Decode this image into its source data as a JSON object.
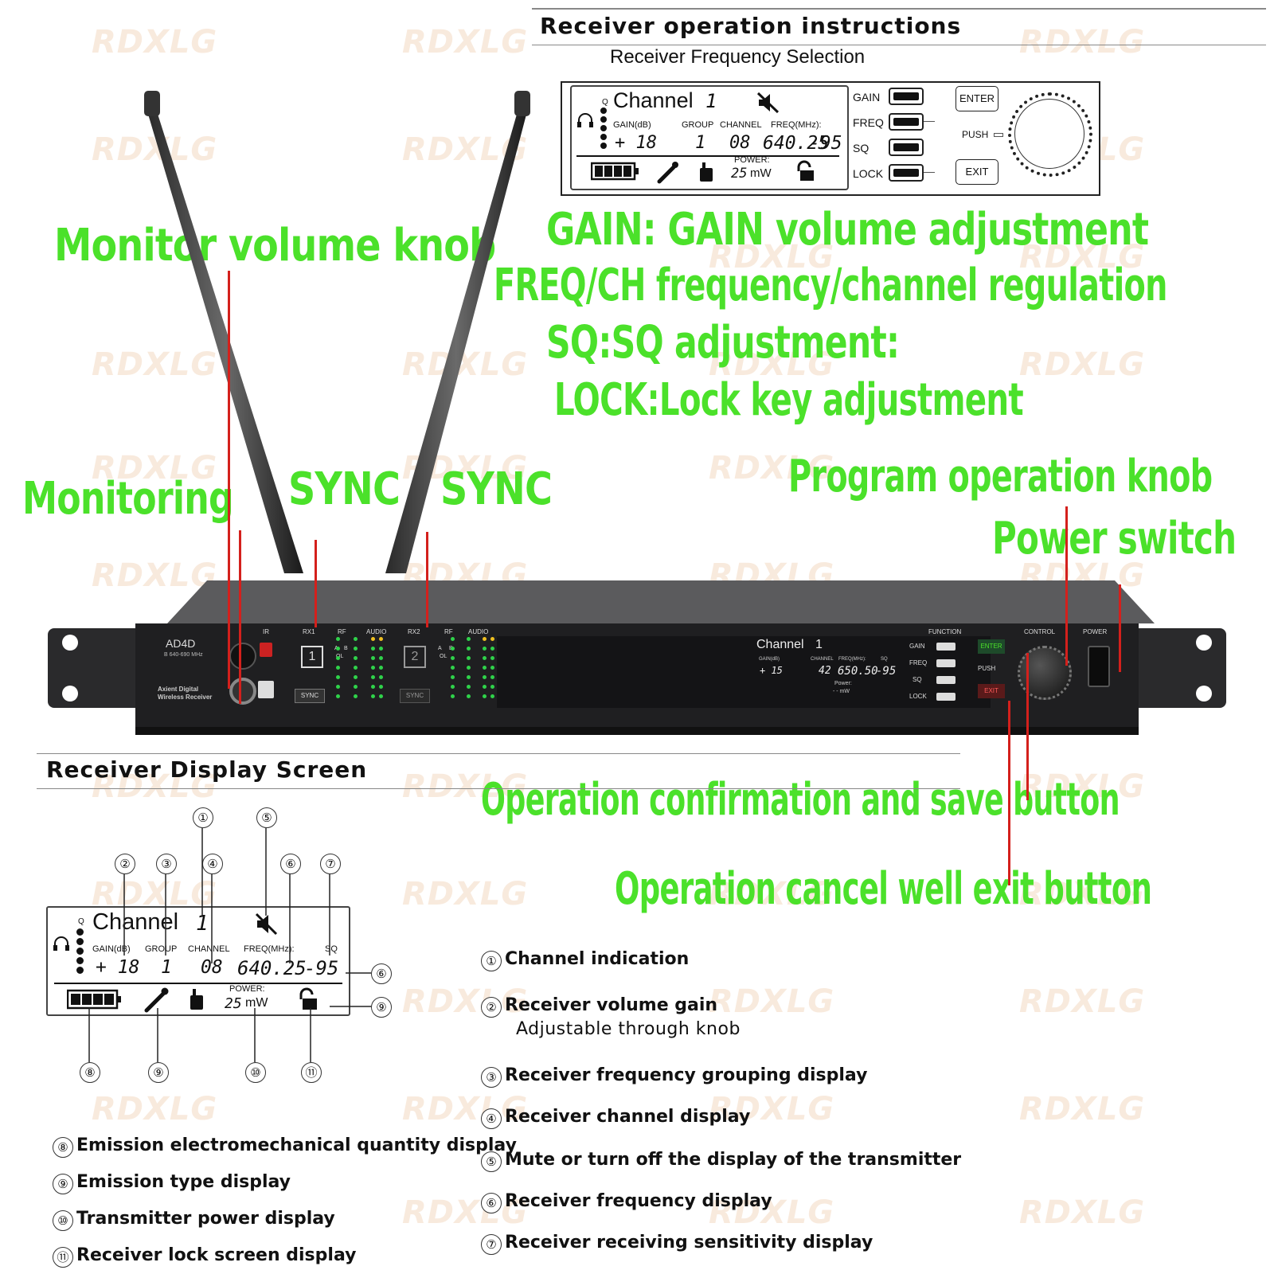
{
  "watermark": "RDXLG",
  "instructions": {
    "title": "Receiver operation instructions",
    "subtitle": "Receiver Frequency Selection"
  },
  "top_lcd": {
    "channel_label": "Channel",
    "channel_value": "1",
    "gain_label": "GAIN(dB)",
    "group_label": "GROUP",
    "channel_col_label": "CHANNEL",
    "freq_label": "FREQ(MHz):",
    "gain_value": "+ 18",
    "group_value": "1",
    "channel_col_value": "08",
    "freq_value": "640.25",
    "sq_value": "-95",
    "power_label": "POWER:",
    "power_value": "25",
    "power_unit": "mW",
    "q_mark": "Q"
  },
  "control_panel": {
    "buttons": [
      "GAIN",
      "FREQ",
      "SQ",
      "LOCK"
    ],
    "enter": "ENTER",
    "push": "PUSH",
    "exit": "EXIT"
  },
  "annotations": {
    "monitor_knob": "Monitor volume knob",
    "gain": "GAIN: GAIN volume adjustment",
    "freq": "FREQ/CH frequency/channel regulation",
    "sq": "SQ:SQ adjustment:",
    "lock": "LOCK:Lock key adjustment",
    "monitoring": "Monitoring",
    "sync1": "SYNC",
    "sync2": "SYNC",
    "program_knob": "Program operation knob",
    "power_switch": "Power switch",
    "confirm": "Operation confirmation and save button",
    "cancel": "Operation cancel well exit button"
  },
  "device": {
    "model": "AD4D",
    "band": "B 640-690 MHz",
    "brand_line1": "Axient Digital",
    "brand_line2": "Wireless Receiver",
    "ir": "IR",
    "rx1": "RX1",
    "rx2": "RX2",
    "rf": "RF",
    "audio": "AUDIO",
    "a": "A",
    "b": "B",
    "ol": "OL",
    "ch1": "1",
    "ch2": "2",
    "sync": "SYNC",
    "function": "FUNCTION",
    "control": "CONTROL",
    "power": "POWER",
    "lcd_channel": "Channel",
    "lcd_channel_value": "1",
    "lcd_gain_label": "GAIN(dB)",
    "lcd_channel_col": "CHANNEL",
    "lcd_freq_label": "FREQ(MHz):",
    "lcd_sq": "SQ",
    "lcd_gain": "+ 15",
    "lcd_ch": "42",
    "lcd_freq": "650.50",
    "lcd_sq_value": "-95",
    "lcd_power_label": "Power:",
    "lcd_power_value": "- - mW",
    "fn_buttons": [
      "GAIN",
      "FREQ",
      "SQ",
      "LOCK"
    ],
    "enter": "ENTER",
    "push": "PUSH",
    "exit": "EXIT"
  },
  "display_section": {
    "title": "Receiver Display Screen",
    "lcd": {
      "channel_label": "Channel",
      "channel_value": "1",
      "gain_label": "GAIN(dB)",
      "group_label": "GROUP",
      "channel_col_label": "CHANNEL",
      "freq_label": "FREQ(MHz):",
      "sq_label": "SQ",
      "gain_value": "+ 18",
      "group_value": "1",
      "channel_col_value": "08",
      "freq_value": "640.25",
      "sq_value": "-95",
      "power_label": "POWER:",
      "power_value": "25",
      "power_unit": "mW",
      "q_mark": "Q"
    },
    "callouts": [
      "①",
      "②",
      "③",
      "④",
      "⑤",
      "⑥",
      "⑦",
      "⑥",
      "⑨",
      "⑧",
      "⑨",
      "⑩",
      "⑪"
    ]
  },
  "legend": [
    {
      "num": "①",
      "text": "Channel indication"
    },
    {
      "num": "②",
      "text": "Receiver volume gain"
    },
    {
      "num": "",
      "text": "Adjustable through knob"
    },
    {
      "num": "③",
      "text": "Receiver frequency grouping display"
    },
    {
      "num": "④",
      "text": "Receiver channel display"
    },
    {
      "num": "⑤",
      "text": "Mute or turn off the display of the transmitter"
    },
    {
      "num": "⑥",
      "text": "Receiver frequency display"
    },
    {
      "num": "⑦",
      "text": "Receiver receiving sensitivity display"
    },
    {
      "num": "⑧",
      "text": "Emission electromechanical quantity display"
    },
    {
      "num": "⑨",
      "text": "Emission type display"
    },
    {
      "num": "⑩",
      "text": "Transmitter power display"
    },
    {
      "num": "⑪",
      "text": "Receiver lock screen display"
    }
  ]
}
